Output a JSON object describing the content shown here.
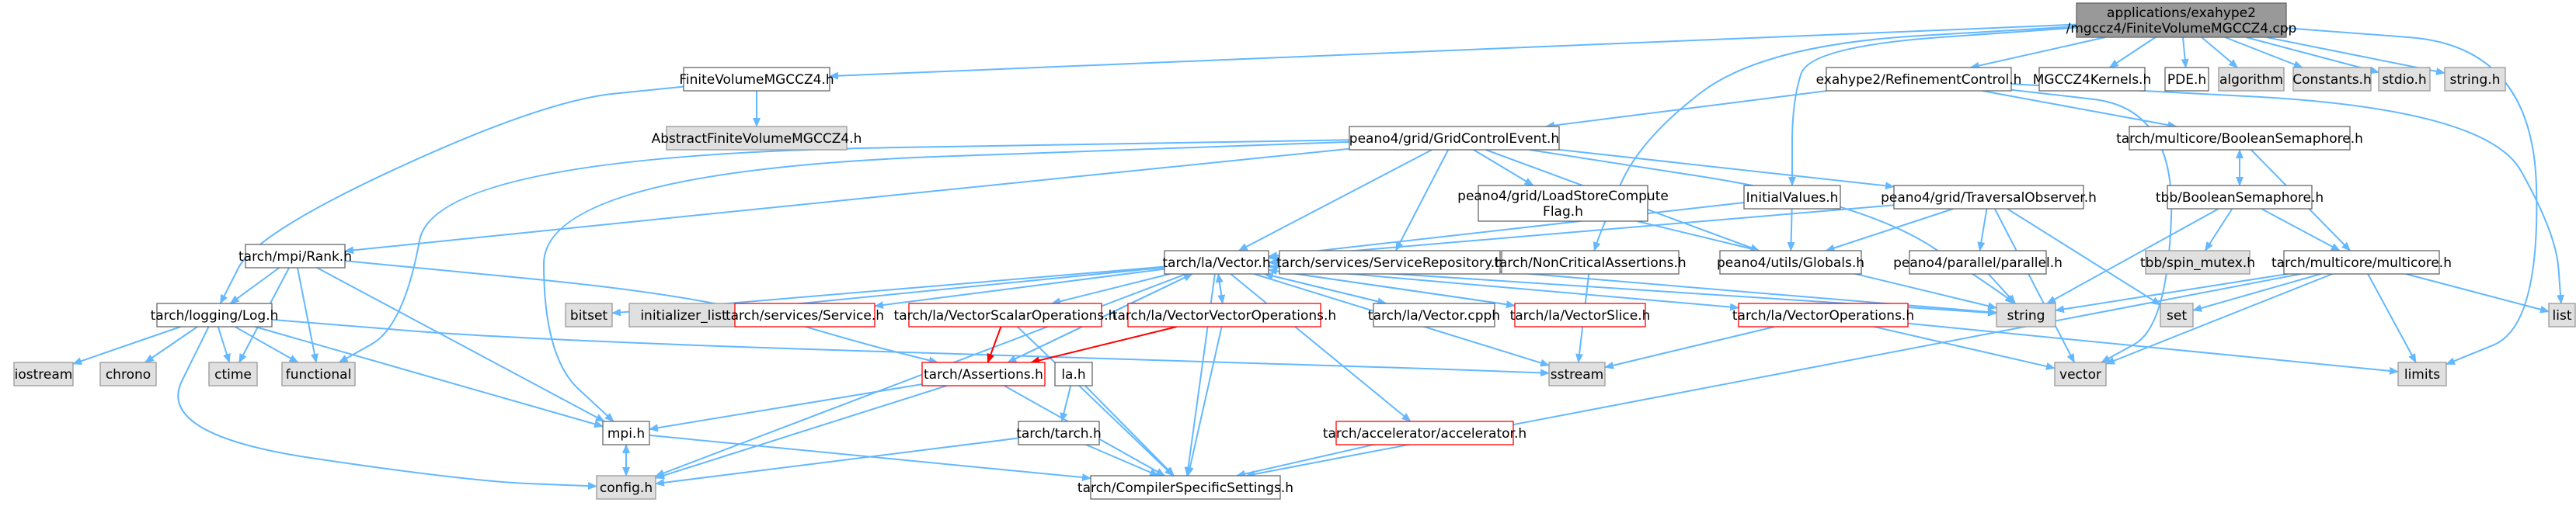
{
  "colors": {
    "background": "#ffffff",
    "edge": "#63b8ff",
    "edge_red": "#ff0000",
    "node_border": "#666666",
    "node_fill": "#ffffff",
    "focus_fill": "#999999",
    "focus_border": "#666666",
    "missing_fill": "#e0e0e0",
    "missing_border": "#999999",
    "link_text": "#000000",
    "redlink_border": "#ff0000"
  },
  "nodes": {
    "root": {
      "lines": [
        "applications/exahype2",
        "/mgccz4/FiniteVolumeMGCCZ4.cpp"
      ]
    },
    "fvmh": {
      "lines": [
        "FiniteVolumeMGCCZ4.h"
      ]
    },
    "afv": {
      "lines": [
        "AbstractFiniteVolumeMGCCZ4.h"
      ]
    },
    "refine": {
      "lines": [
        "exahype2/RefinementControl.h"
      ]
    },
    "mgk": {
      "lines": [
        "MGCCZ4Kernels.h"
      ]
    },
    "pde": {
      "lines": [
        "PDE.h"
      ]
    },
    "algorithm": {
      "lines": [
        "algorithm"
      ]
    },
    "constants": {
      "lines": [
        "Constants.h"
      ]
    },
    "stdio": {
      "lines": [
        "stdio.h"
      ]
    },
    "stringh": {
      "lines": [
        "string.h"
      ]
    },
    "gce": {
      "lines": [
        "peano4/grid/GridControlEvent.h"
      ]
    },
    "boolsem": {
      "lines": [
        "tarch/multicore/BooleanSemaphore.h"
      ]
    },
    "tbbbool": {
      "lines": [
        "tbb/BooleanSemaphore.h"
      ]
    },
    "rank": {
      "lines": [
        "tarch/mpi/Rank.h"
      ]
    },
    "lsc": {
      "lines": [
        "peano4/grid/LoadStoreCompute",
        "Flag.h"
      ]
    },
    "initval": {
      "lines": [
        "InitialValues.h"
      ]
    },
    "travobs": {
      "lines": [
        "peano4/grid/TraversalObserver.h"
      ]
    },
    "log": {
      "lines": [
        "tarch/logging/Log.h"
      ]
    },
    "vector": {
      "lines": [
        "tarch/la/Vector.h"
      ]
    },
    "servrepo": {
      "lines": [
        "tarch/services/ServiceRepository.h"
      ]
    },
    "globals": {
      "lines": [
        "peano4/utils/Globals.h"
      ]
    },
    "noncrit": {
      "lines": [
        "tarch/NonCriticalAssertions.h"
      ]
    },
    "parallel": {
      "lines": [
        "peano4/parallel/parallel.h"
      ]
    },
    "spinmutex": {
      "lines": [
        "tbb/spin_mutex.h"
      ]
    },
    "multicore": {
      "lines": [
        "tarch/multicore/multicore.h"
      ]
    },
    "iostream": {
      "lines": [
        "iostream"
      ]
    },
    "chrono": {
      "lines": [
        "chrono"
      ]
    },
    "ctime": {
      "lines": [
        "ctime"
      ]
    },
    "functional": {
      "lines": [
        "functional"
      ]
    },
    "bitset": {
      "lines": [
        "bitset"
      ]
    },
    "initlist": {
      "lines": [
        "initializer_list"
      ]
    },
    "service": {
      "lines": [
        "tarch/services/Service.h"
      ]
    },
    "vso": {
      "lines": [
        "tarch/la/VectorScalarOperations.h"
      ]
    },
    "vvo": {
      "lines": [
        "tarch/la/VectorVectorOperations.h"
      ]
    },
    "vcpph": {
      "lines": [
        "tarch/la/Vector.cpph"
      ]
    },
    "vslice": {
      "lines": [
        "tarch/la/VectorSlice.h"
      ]
    },
    "string": {
      "lines": [
        "string"
      ]
    },
    "vops": {
      "lines": [
        "tarch/la/VectorOperations.h"
      ]
    },
    "set": {
      "lines": [
        "set"
      ]
    },
    "list": {
      "lines": [
        "list"
      ]
    },
    "sstream": {
      "lines": [
        "sstream"
      ]
    },
    "stdvector": {
      "lines": [
        "vector"
      ]
    },
    "limits": {
      "lines": [
        "limits"
      ]
    },
    "assertions": {
      "lines": [
        "tarch/Assertions.h"
      ]
    },
    "lah": {
      "lines": [
        "la.h"
      ]
    },
    "tarchh": {
      "lines": [
        "tarch/tarch.h"
      ]
    },
    "mpi": {
      "lines": [
        "mpi.h"
      ]
    },
    "accel": {
      "lines": [
        "tarch/accelerator/accelerator.h"
      ]
    },
    "config": {
      "lines": [
        "config.h"
      ]
    },
    "css": {
      "lines": [
        "tarch/CompilerSpecificSettings.h"
      ]
    }
  }
}
